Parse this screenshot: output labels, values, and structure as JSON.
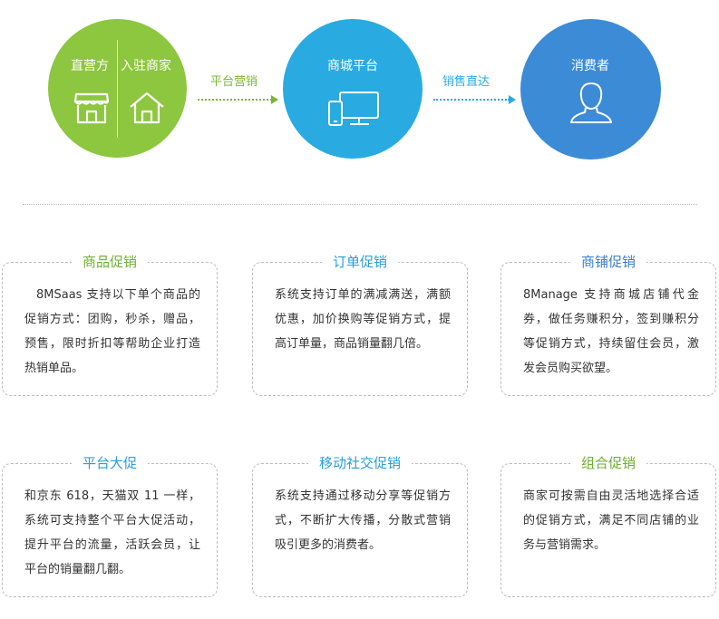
{
  "flow": {
    "node1": {
      "label_left": "直营方",
      "label_right": "入驻商家",
      "icon_left": "store-icon",
      "icon_right": "house-icon",
      "color": "#8dc63f"
    },
    "arrow1": {
      "label": "平台营销",
      "color": "#7ab733"
    },
    "node2": {
      "label": "商城平台",
      "icon": "devices-icon",
      "color": "#29abe2"
    },
    "arrow2": {
      "label": "销售直达",
      "color": "#29abe2"
    },
    "node3": {
      "label": "消费者",
      "icon": "user-icon",
      "color": "#3c8bd6"
    }
  },
  "cards": [
    {
      "title": "商品促销",
      "body": "8MSaas 支持以下单个商品的促销方式：团购，秒杀，赠品，预售，限时折扣等帮助企业打造热销单品。"
    },
    {
      "title": "订单促销",
      "body": "系统支持订单的满减满送，满额优惠，加价换购等促销方式，提高订单量，商品销量翻几倍。"
    },
    {
      "title": "商铺促销",
      "body": "8Manage 支持商城店铺代金券，做任务赚积分，签到赚积分等促销方式，持续留住会员，激发会员购买欲望。"
    },
    {
      "title": "平台大促",
      "body": "和京东 618，天猫双 11 一样，系统可支持整个平台大促活动，提升平台的流量，活跃会员，让平台的销量翻几翻。"
    },
    {
      "title": "移动社交促销",
      "body": "系统支持通过移动分享等促销方式，不断扩大传播，分散式营销吸引更多的消费者。"
    },
    {
      "title": "组合促销",
      "body": "商家可按需自由灵活地选择合适的促销方式，满足不同店铺的业务与营销需求。"
    }
  ]
}
